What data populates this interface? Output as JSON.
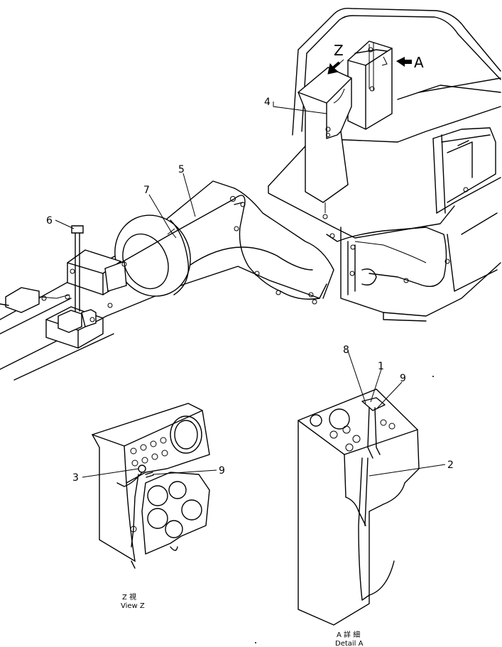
{
  "labels": {
    "z_arrow": "Z",
    "a_arrow": "A",
    "p1": "1",
    "p2": "2",
    "p3": "3",
    "p4": "4",
    "p5": "5",
    "p6": "6",
    "p7": "7",
    "p8": "8",
    "p9_top": "9",
    "p9_view_z": "9"
  },
  "captions": {
    "view_z_jp": "Z 視",
    "view_z": "View Z",
    "detail_a_jp": "A 詳 細",
    "detail_a": "Detail A"
  }
}
